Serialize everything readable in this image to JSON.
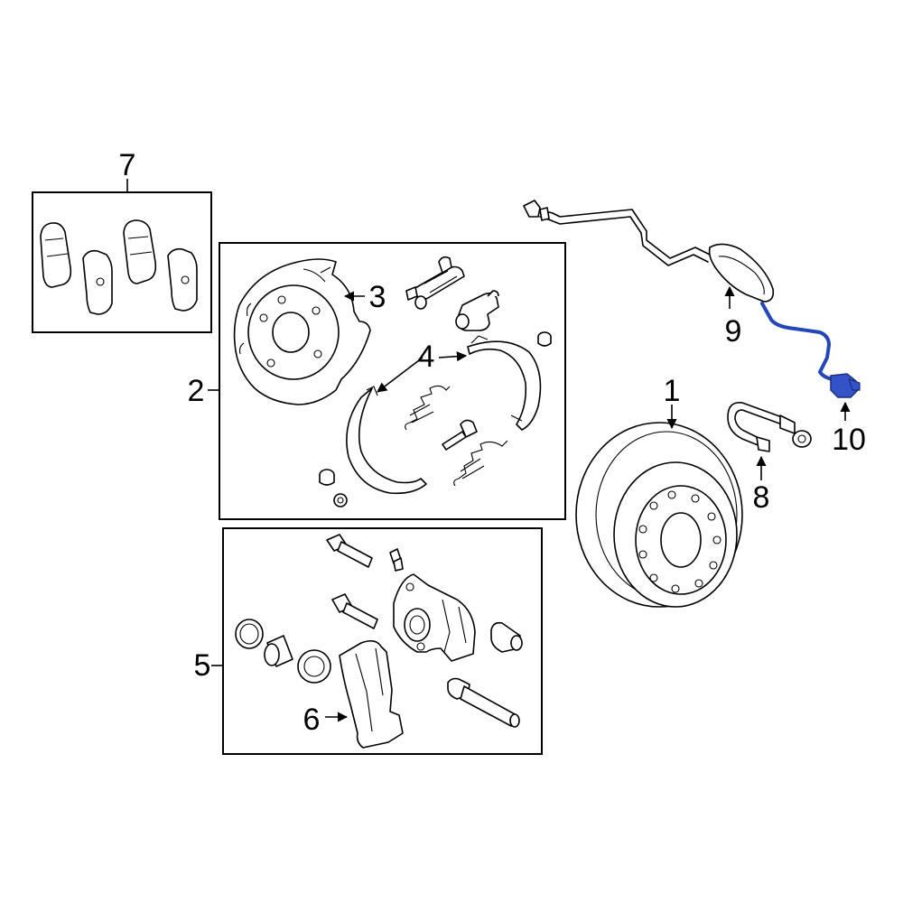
{
  "callouts": {
    "c1": "1",
    "c2": "2",
    "c3": "3",
    "c4": "4",
    "c5": "5",
    "c6": "6",
    "c7": "7",
    "c8": "8",
    "c9": "9",
    "c10": "10"
  },
  "colors": {
    "line": "#000000",
    "highlight": "#2346b8",
    "highlight_fill": "#3553c8",
    "background": "#ffffff"
  }
}
